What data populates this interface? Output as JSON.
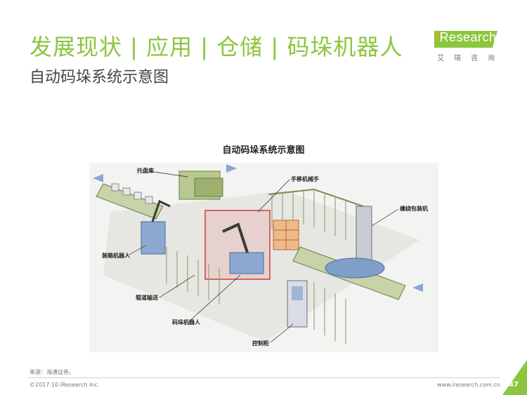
{
  "header": {
    "title": "发展现状 | 应用 | 仓储 | 码垛机器人",
    "subtitle": "自动码垛系统示意图"
  },
  "logo": {
    "brand_i": "i",
    "brand_rest": "Research",
    "tagline": "艾瑞咨询"
  },
  "figure": {
    "title": "自动码垛系统示意图",
    "labels": {
      "pallet_store": "托盘库",
      "manual_forklift": "手移机械手",
      "wrapping_machine": "缠绕包装机",
      "boxing_robot": "装箱机器人",
      "roller_conveyor": "辊道输送",
      "palletizing_robot": "码垛机器人",
      "control_cabinet": "控制柜"
    }
  },
  "footer": {
    "source": "来源：海通证券。",
    "copyright": "©2017.10 iResearch Inc.",
    "website": "www.iresearch.com.cn",
    "page": "47"
  }
}
